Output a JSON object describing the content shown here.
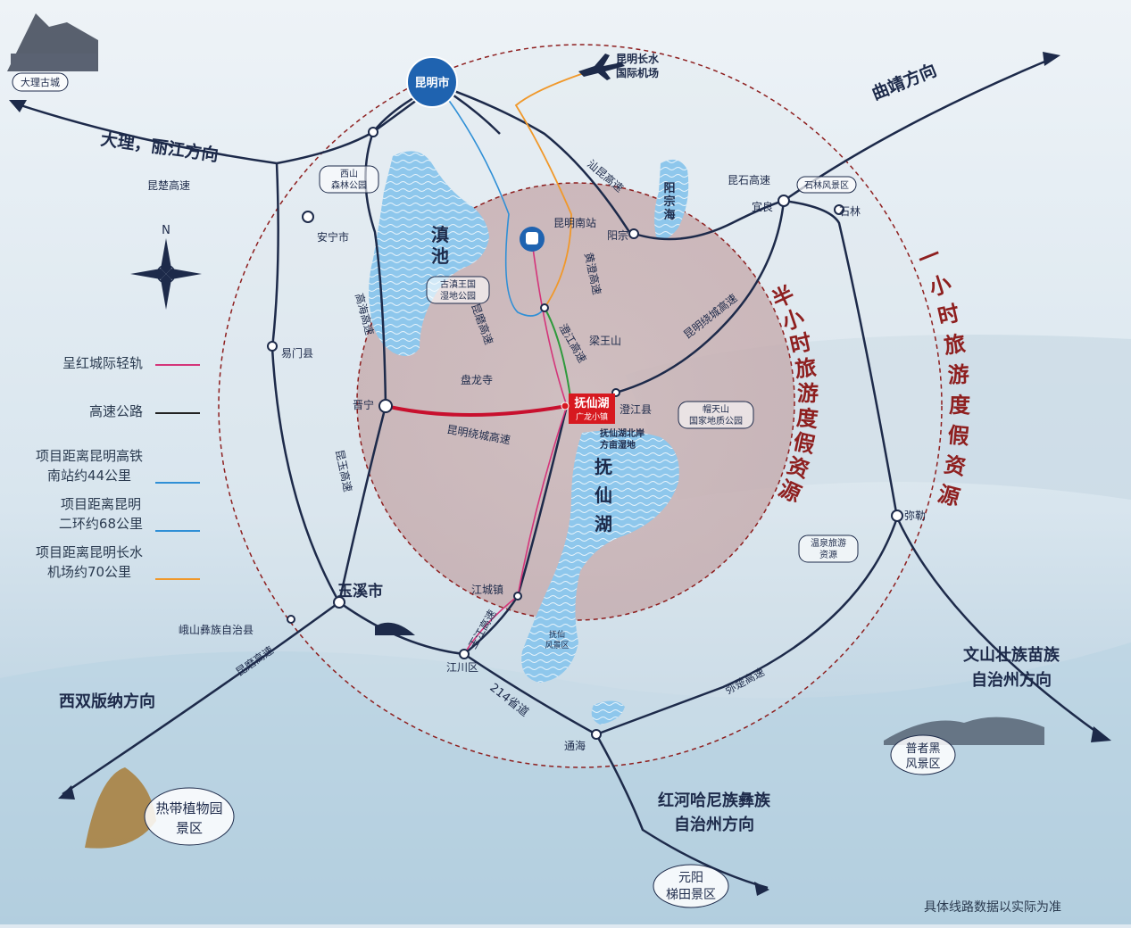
{
  "title_top_left": "大理古城",
  "cities": {
    "kunming": "昆明市",
    "airport": "昆明长水\n国际机场",
    "south_station": "昆明南站",
    "yuxi": "玉溪市",
    "anning": "安宁市",
    "yimen": "易门县",
    "jinning": "晋宁",
    "chengjiang": "澄江县",
    "jiangcheng": "江城镇",
    "jiangchuan": "江川区",
    "tonghai": "通海",
    "yangzong": "阳宗",
    "yiliang": "宜良",
    "shilin": "石林",
    "mile": "弥勒",
    "eshan": "峨山彝族自治县",
    "shilin_scenic": "石林风景区",
    "liangwang": "梁王山",
    "panlong": "盘龙寺",
    "maotian": "帽天山\n国家地质公园",
    "xishan": "西山\n森林公园",
    "gudian": "古滇王国\n湿地公园",
    "fuxian_north": "抚仙湖北岸\n方亩湿地",
    "fuxian_scenic": "抚仙\n风景区",
    "hotspring": "温泉旅游\n资源",
    "project": "抚仙湖",
    "project_sub": "广龙小镇"
  },
  "lakes": {
    "dianchi": "滇池",
    "fuxian": "抚仙湖",
    "yangzonghai": "阳宗海"
  },
  "roads": {
    "kunchu": "昆楚高速",
    "gaohai": "高海高速",
    "kunmo": "昆磨高速",
    "kunyu": "昆玉高速",
    "kunming_ring": "昆明绕城高速",
    "kunming_ring2": "昆明绕城高速",
    "chengjiang_hw": "澄江高速",
    "huangcheng": "黄澄高速",
    "kunshi": "昆石高速",
    "kunluo": "汕昆高速",
    "yujiang": "玉江高速",
    "mochu": "弥楚高速",
    "kunmo2": "昆磨高速",
    "s214": "214省道"
  },
  "directions": {
    "dali": "大理，丽江方向",
    "qujing": "曲靖方向",
    "wenshan": "文山壮族苗族\n自治州方向",
    "honghe": "红河哈尼族彝族\n自治州方向",
    "xishuang": "西双版纳方向"
  },
  "rings": {
    "half_hour": "半小时旅游度假资源",
    "one_hour": "一小时旅游度假资源"
  },
  "scenic": {
    "tropical": "热带植物园\n景区",
    "puzhehei": "普者黑\n风景区",
    "yuanyang": "元阳\n梯田景区"
  },
  "compass": "N",
  "legend": [
    {
      "label": "呈红城际轻轨",
      "color": "#d4357a"
    },
    {
      "label": "高速公路",
      "color": "#222222"
    },
    {
      "label": "项目距离昆明高铁\n南站约44公里",
      "color": "#2f8fd6"
    },
    {
      "label": "项目距离昆明\n二环约68公里",
      "color": "#2f8fd6"
    },
    {
      "label": "项目距离昆明长水\n机场约70公里",
      "color": "#f0982a"
    }
  ],
  "footnote": "具体线路数据以实际为准",
  "colors": {
    "ring": "#8e1f1f",
    "highway": "#1d2a4a",
    "accent": "#d71920"
  }
}
